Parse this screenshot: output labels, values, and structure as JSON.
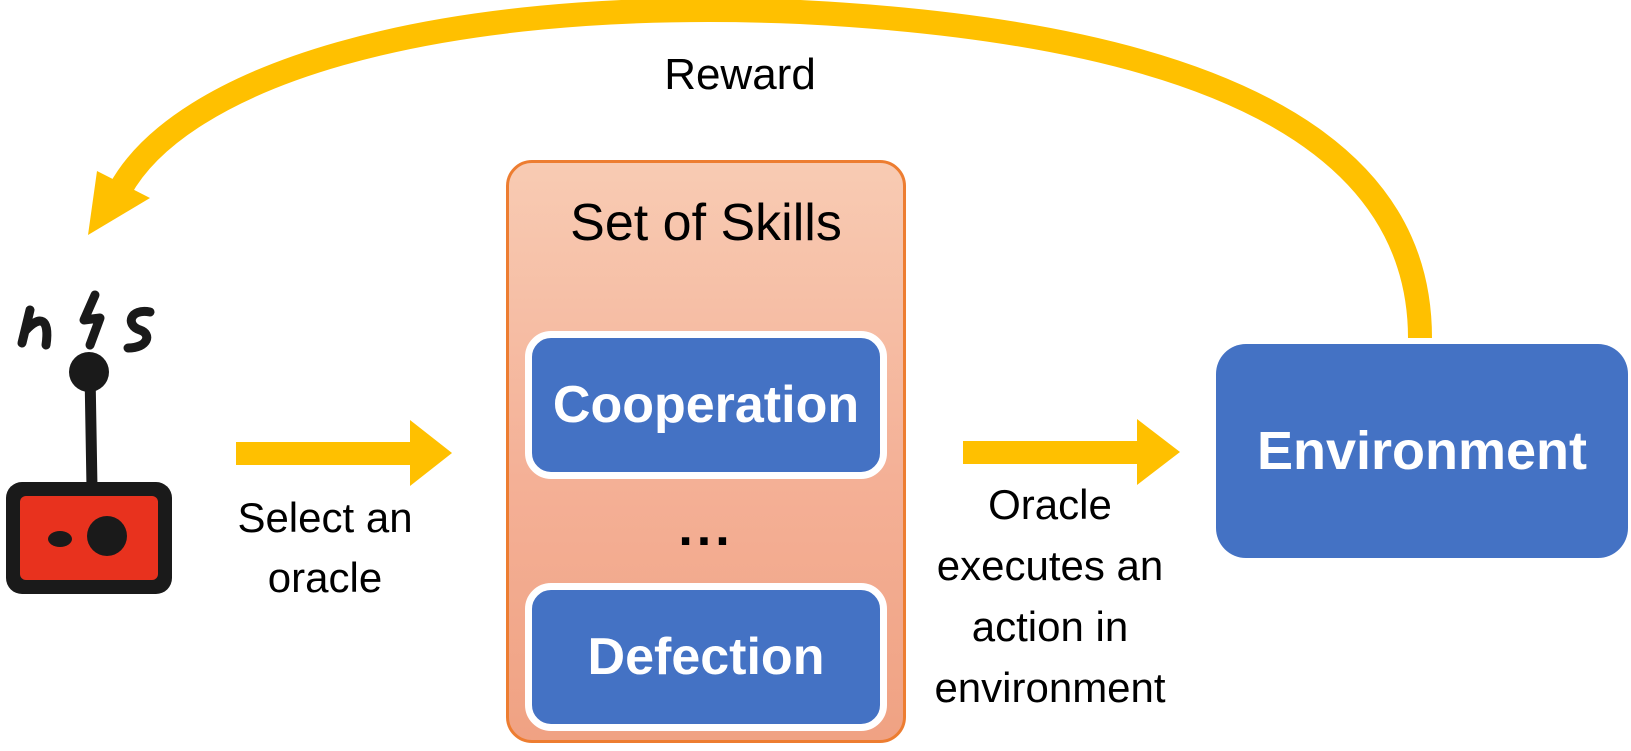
{
  "labels": {
    "reward": "Reward",
    "select": "Select an\noracle",
    "executes": "Oracle executes an action in environment"
  },
  "skills_panel": {
    "title": "Set of Skills",
    "skills": [
      "Cooperation",
      "Defection"
    ],
    "ellipsis": "..."
  },
  "environment": {
    "label": "Environment"
  },
  "colors": {
    "arrow": "#FFC000",
    "box_blue": "#4472C4",
    "panel_border": "#ED7D31",
    "panel_fill": "#F4B096",
    "robot_red": "#E8321E",
    "robot_dark": "#1A1A1A"
  },
  "icons": {
    "agent": "robot-remote-icon"
  }
}
